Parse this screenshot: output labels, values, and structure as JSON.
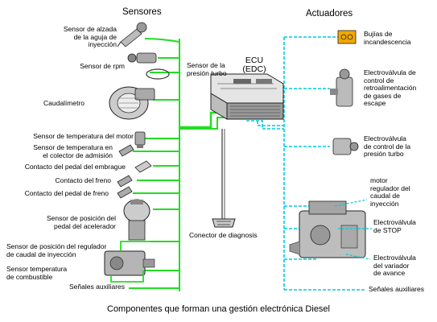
{
  "headings": {
    "sensors": "Sensores",
    "actuators": "Actuadores"
  },
  "ecu": {
    "name": "ECU",
    "sub": "(EDC)"
  },
  "sensors": [
    "Sensor de alzada\nde la aguja de\ninyección",
    "Sensor de rpm",
    "Caudalímetro",
    "Sensor de temperatura del motor",
    "Sensor de temperatura en\nel colector de admisión",
    "Contacto del pedal del embrague",
    "Contacto del freno",
    "Contacto del pedal de freno",
    "Sensor de posición del\npedal del acelerador",
    "Sensor de posición del regulador\nde caudal de inyección",
    "Sensor temperatura\nde combustible",
    "Señales auxiliares"
  ],
  "turbo_pressure_sensor": "Sensor de la\npresión turbo",
  "diagnosis_connector": "Conector de diagnosis",
  "actuators": [
    "Bujías de\nincandescencia",
    "Electroválvula de\ncontrol de\nretroalimentación\nde gases de\nescape",
    "Electroválvula\nde control de la\npresión turbo",
    "motor\nregulador del\ncaudal de\ninyección",
    "Electroválvula\nde STOP",
    "Electroválvula\ndel variador\nde avance",
    "Señales auxiliares"
  ],
  "caption": "Componentes que forman una gestión electrónica Diesel",
  "colors": {
    "sensor_line": "#22dd22",
    "actuator_line": "#00ccdd",
    "glow_plug_fill": "#f0a800",
    "diag_line": "#555555"
  }
}
